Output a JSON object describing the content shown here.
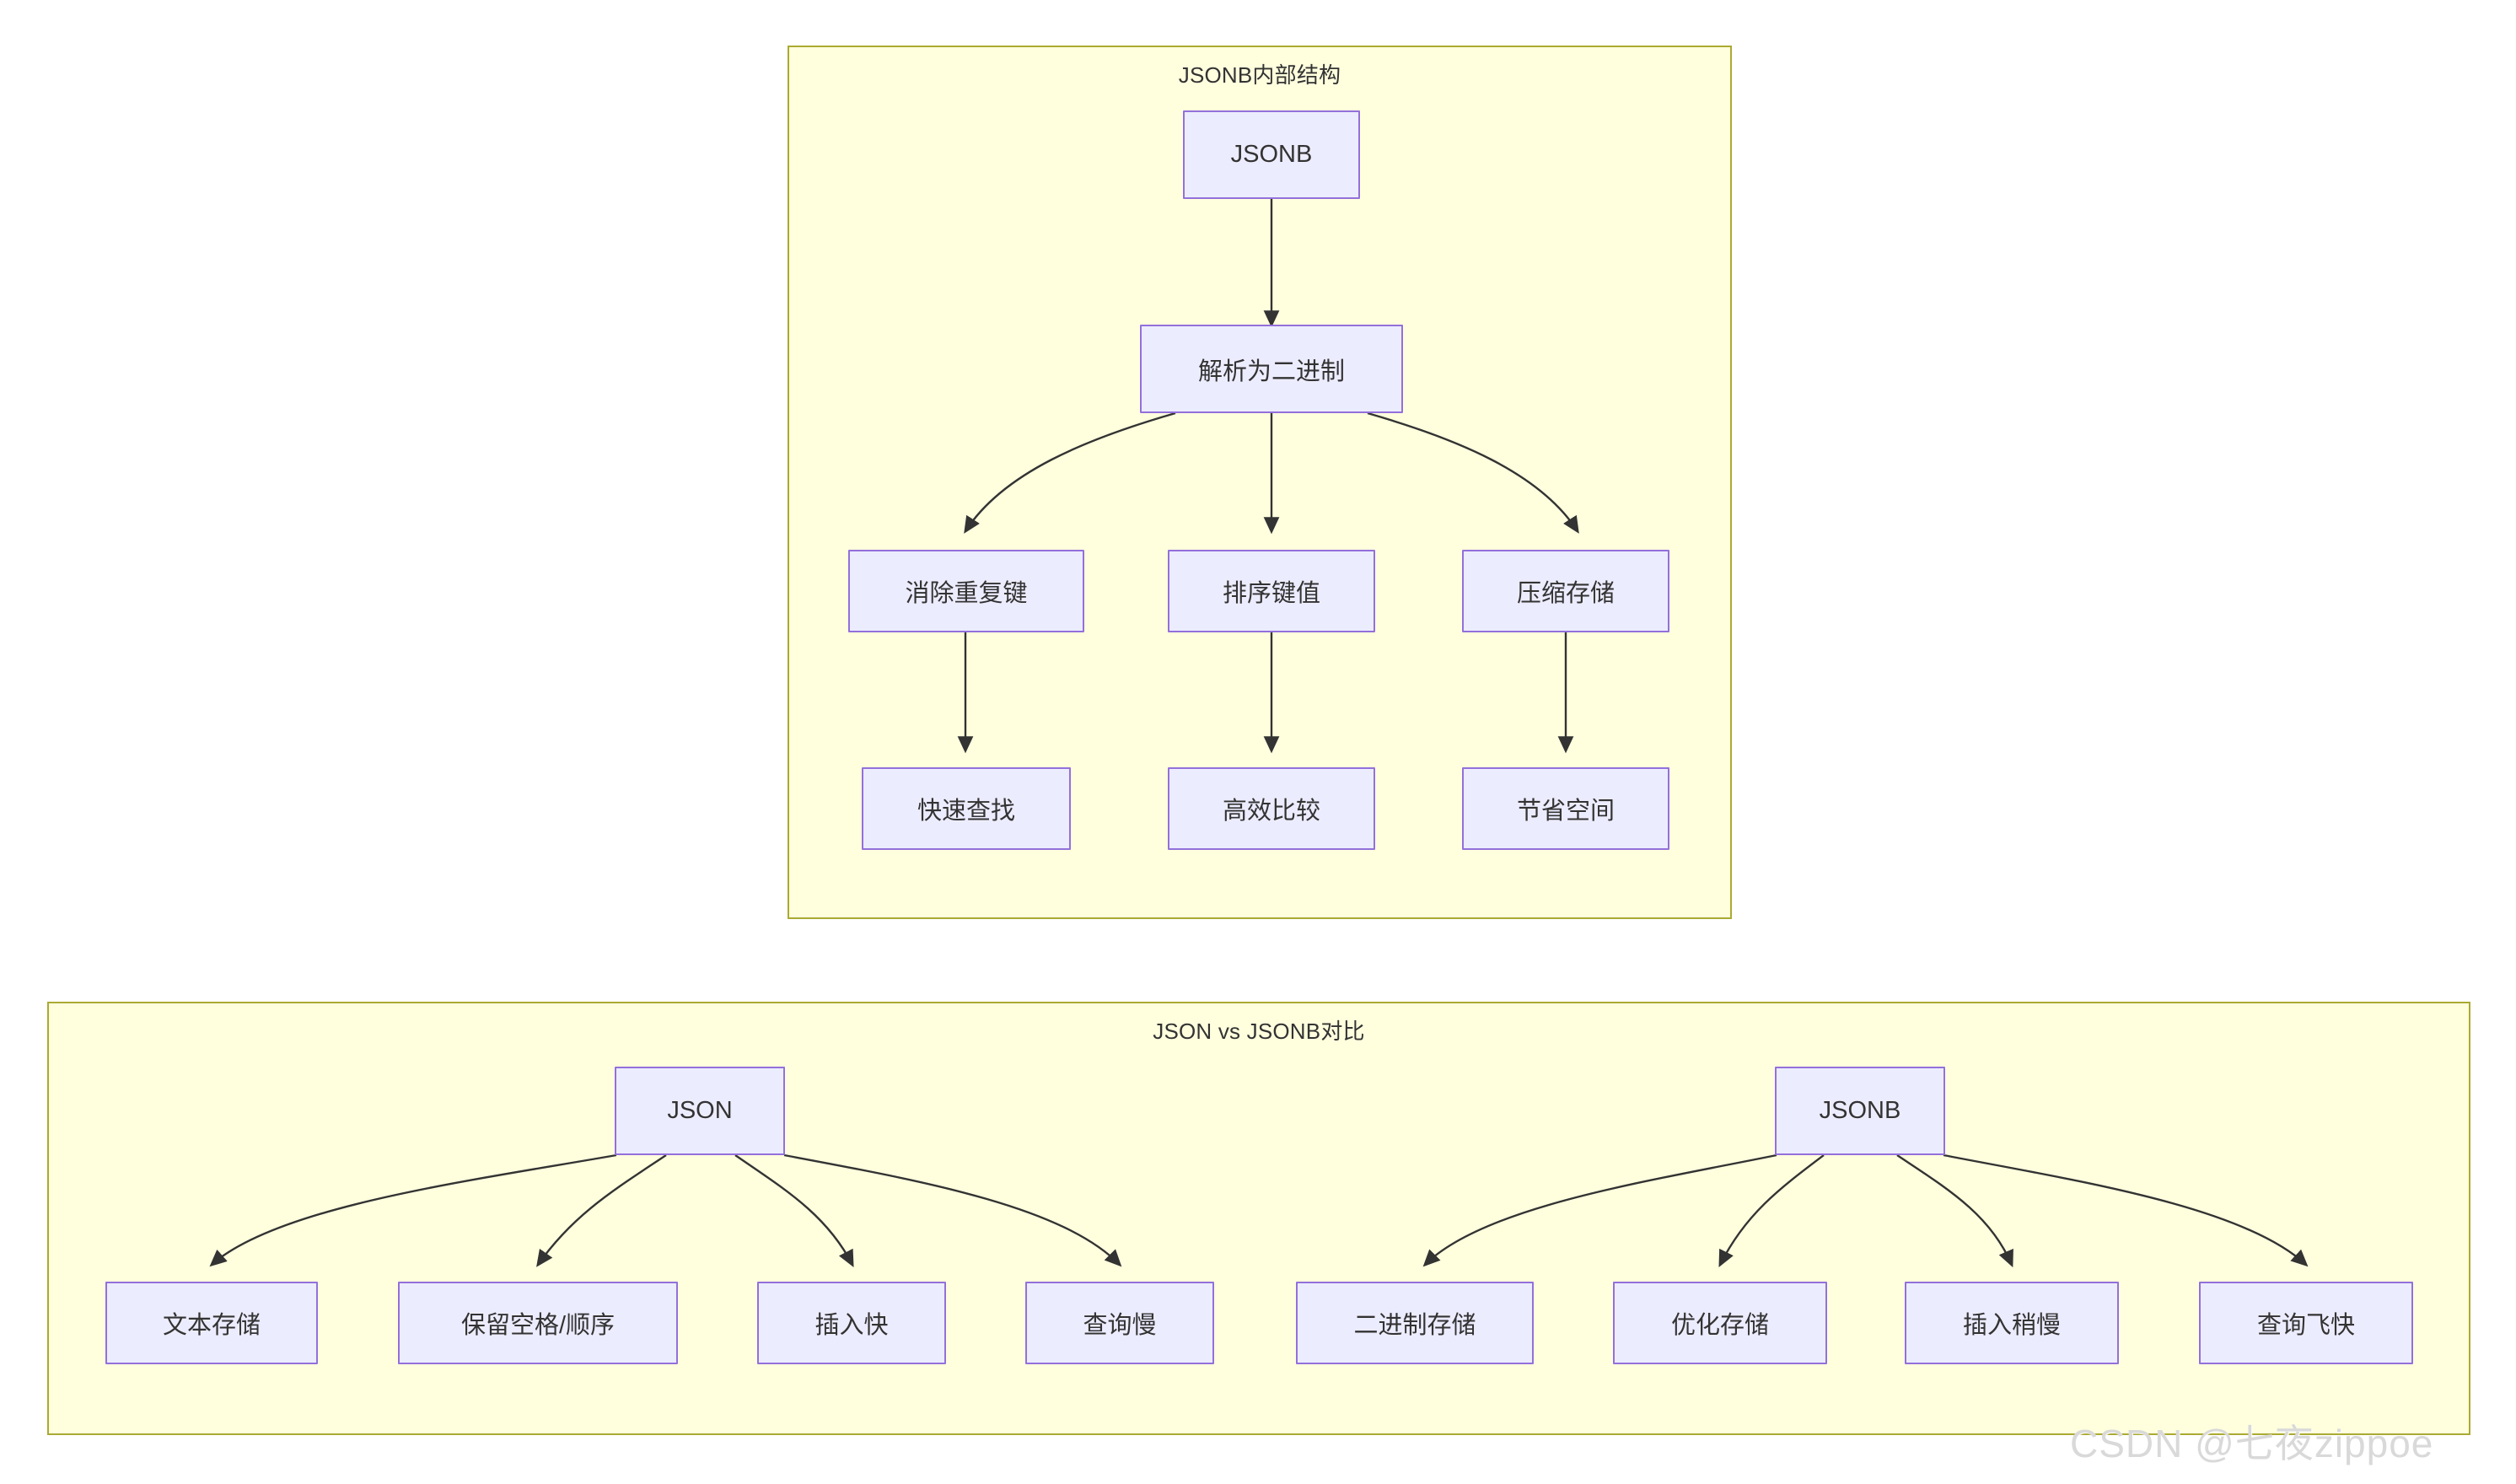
{
  "page": {
    "background": "#ffffff",
    "watermark": "CSDN @七夜zippoe"
  },
  "theme": {
    "node_fill": "#ececff",
    "node_stroke": "#9370db",
    "subgraph_fill": "#ffffde",
    "subgraph_stroke": "#aaaa33",
    "edge_stroke": "#333333",
    "text_color": "#333333"
  },
  "diagram": {
    "type": "flowchart",
    "direction": "top-down",
    "subgraphs": [
      {
        "id": "jsonb-internal",
        "title": "JSONB内部结构",
        "nodes": [
          {
            "id": "jsonb",
            "label": "JSONB"
          },
          {
            "id": "parse-binary",
            "label": "解析为二进制"
          },
          {
            "id": "dedup-keys",
            "label": "消除重复键"
          },
          {
            "id": "sort-keys",
            "label": "排序键值"
          },
          {
            "id": "compress-store",
            "label": "压缩存储"
          },
          {
            "id": "fast-lookup",
            "label": "快速查找"
          },
          {
            "id": "efficient-compare",
            "label": "高效比较"
          },
          {
            "id": "save-space",
            "label": "节省空间"
          }
        ],
        "edges": [
          {
            "from": "jsonb",
            "to": "parse-binary"
          },
          {
            "from": "parse-binary",
            "to": "dedup-keys"
          },
          {
            "from": "parse-binary",
            "to": "sort-keys"
          },
          {
            "from": "parse-binary",
            "to": "compress-store"
          },
          {
            "from": "dedup-keys",
            "to": "fast-lookup"
          },
          {
            "from": "sort-keys",
            "to": "efficient-compare"
          },
          {
            "from": "compress-store",
            "to": "save-space"
          }
        ]
      },
      {
        "id": "json-vs-jsonb",
        "title": "JSON vs JSONB对比",
        "nodes": [
          {
            "id": "json",
            "label": "JSON"
          },
          {
            "id": "jsonb2",
            "label": "JSONB"
          },
          {
            "id": "text-store",
            "label": "文本存储"
          },
          {
            "id": "keep-space-order",
            "label": "保留空格/顺序"
          },
          {
            "id": "insert-fast",
            "label": "插入快"
          },
          {
            "id": "query-slow",
            "label": "查询慢"
          },
          {
            "id": "binary-store",
            "label": "二进制存储"
          },
          {
            "id": "optimized-store",
            "label": "优化存储"
          },
          {
            "id": "insert-slower",
            "label": "插入稍慢"
          },
          {
            "id": "query-very-fast",
            "label": "查询飞快"
          }
        ],
        "edges": [
          {
            "from": "json",
            "to": "text-store"
          },
          {
            "from": "json",
            "to": "keep-space-order"
          },
          {
            "from": "json",
            "to": "insert-fast"
          },
          {
            "from": "json",
            "to": "query-slow"
          },
          {
            "from": "jsonb2",
            "to": "binary-store"
          },
          {
            "from": "jsonb2",
            "to": "optimized-store"
          },
          {
            "from": "jsonb2",
            "to": "insert-slower"
          },
          {
            "from": "jsonb2",
            "to": "query-very-fast"
          }
        ]
      }
    ]
  }
}
